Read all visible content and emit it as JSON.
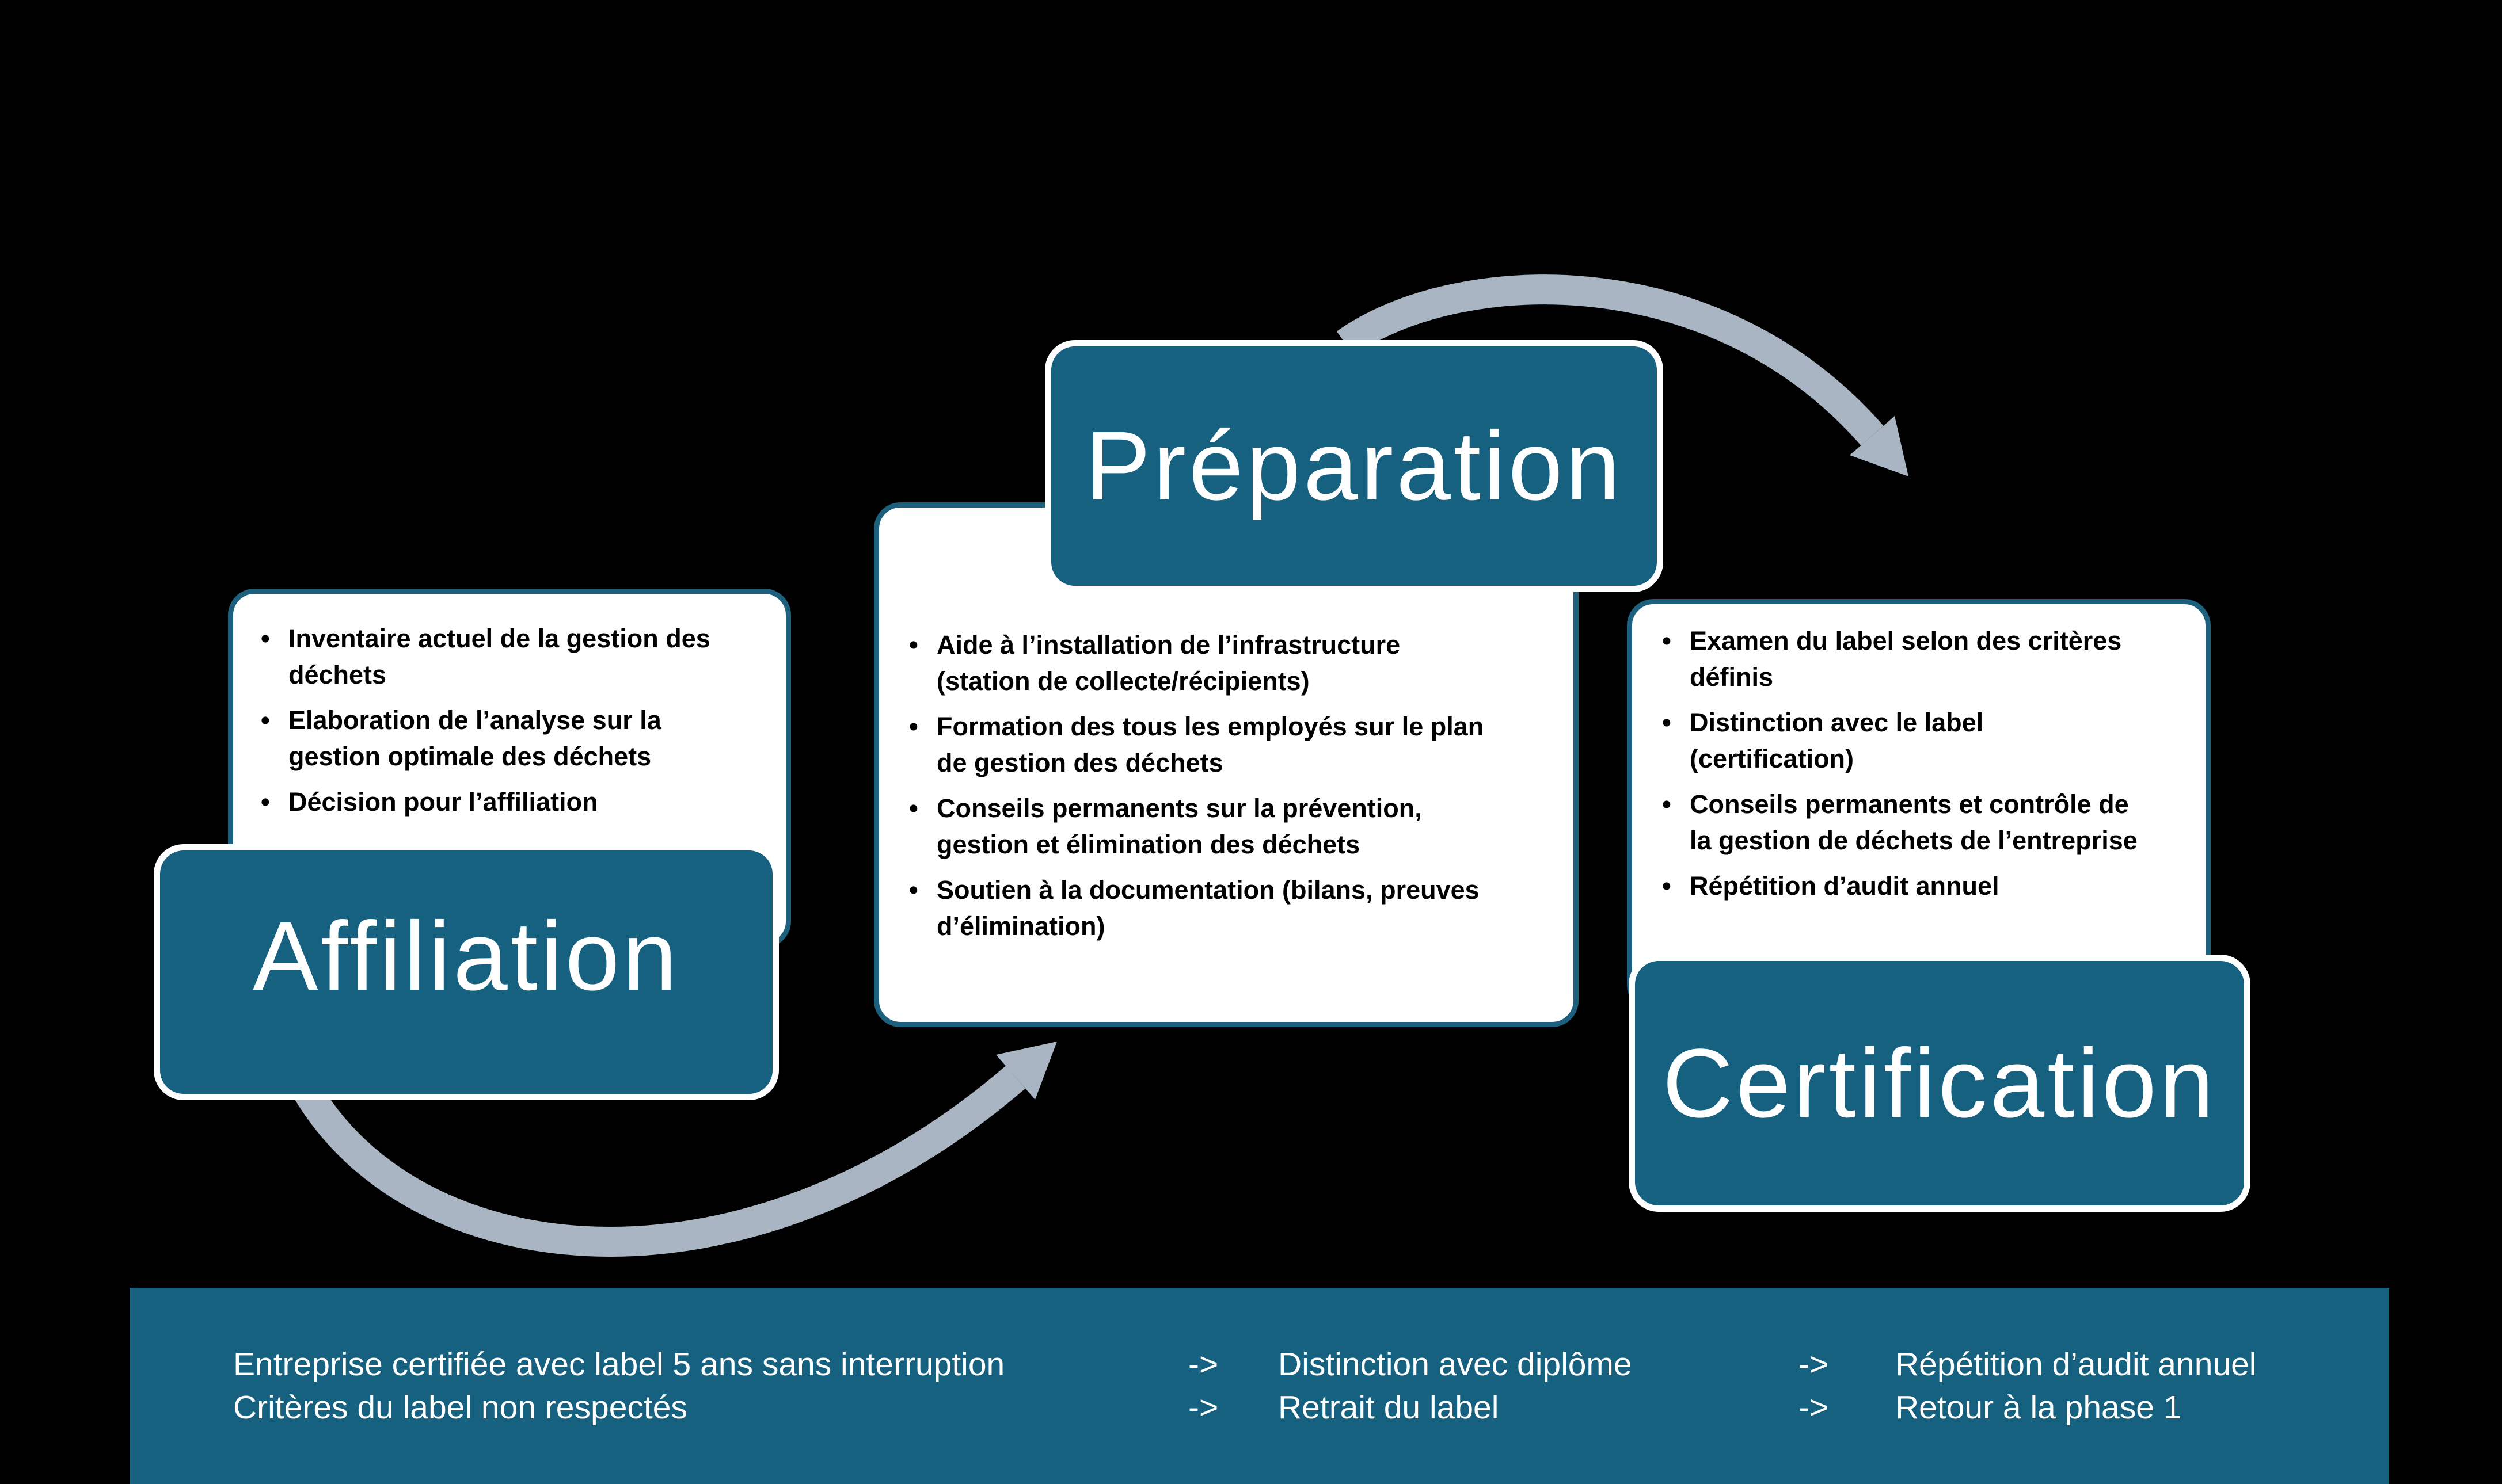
{
  "ui": {
    "bullet": "•"
  },
  "colors": {
    "background": "#000000",
    "phase_box": "#166080",
    "card_border": "#1c607d",
    "arrow": "#a9b5c2",
    "title_text": "#ffffff",
    "bullet_text": "#000000",
    "footer_text": "#ffffff"
  },
  "phases": [
    {
      "title": "Affiliation",
      "bullets": [
        "Inventaire actuel de la gestion des\ndéchets",
        "Elaboration de l’analyse sur la\ngestion optimale des déchets",
        "Décision pour l’affiliation"
      ]
    },
    {
      "title": "Préparation",
      "bullets": [
        "Aide à l’installation de l’infrastructure\n(station de collecte/récipients)",
        "Formation des tous les employés sur le plan\nde gestion des déchets",
        "Conseils permanents sur la prévention,\ngestion et élimination des déchets",
        "Soutien à la documentation (bilans, preuves\nd’élimination)"
      ]
    },
    {
      "title": "Certification",
      "bullets": [
        "Examen du label selon des critères\ndéfinis",
        "Distinction avec le label\n(certification)",
        "Conseils permanents et contrôle de\nla gestion de déchets de l’entreprise",
        "Répétition d’audit annuel"
      ]
    }
  ],
  "footer": {
    "rows": [
      {
        "condition": "Entreprise certifiée avec label 5 ans sans interruption",
        "arrow1": "->",
        "outcome": "Distinction avec diplôme",
        "arrow2": "->",
        "followup": "Répétition d’audit annuel"
      },
      {
        "condition": "Critères du label non respectés",
        "arrow1": "->",
        "outcome": "Retrait du label",
        "arrow2": "->",
        "followup": "Retour à la phase 1"
      }
    ]
  }
}
